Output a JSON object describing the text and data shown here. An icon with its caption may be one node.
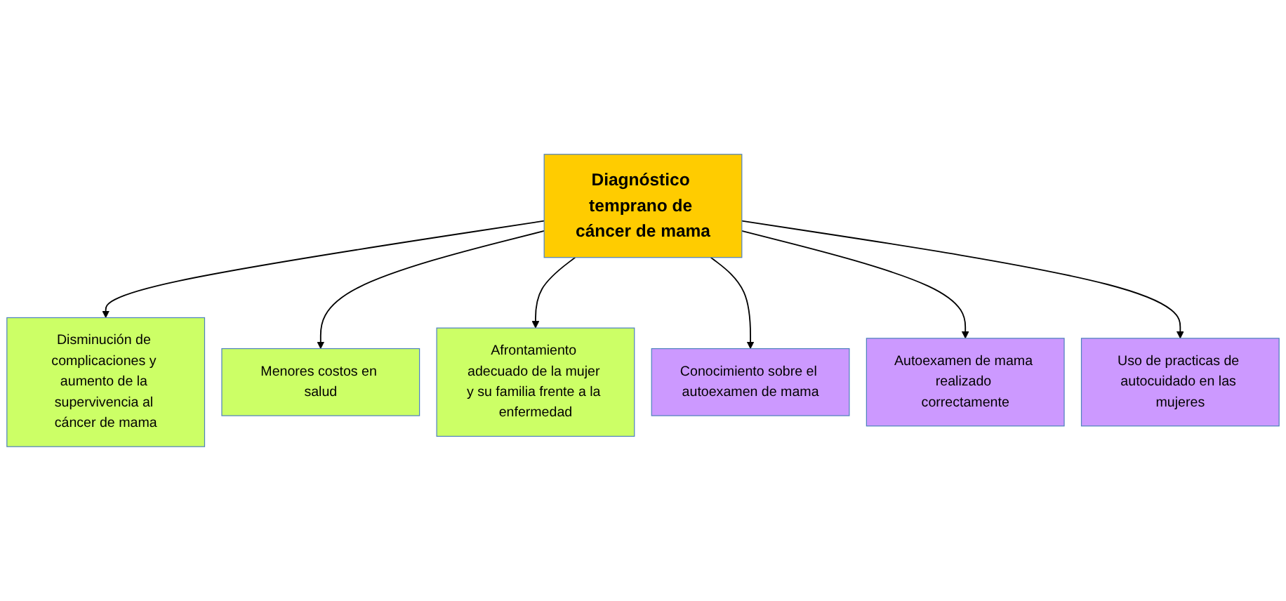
{
  "diagram": {
    "nodes": [
      {
        "text": [
          "Diagnóstico temprano de cáncer de mama"
        ]
      },
      {
        "text": [
          "Disminución de complicaciones y aumento de la supervivencia al cáncer de mama"
        ]
      },
      {
        "text": [
          "Menores costos en salud"
        ]
      },
      {
        "text": [
          "Afrontamiento adecuado de la mujer y su familia frente a la enfermedad"
        ]
      },
      {
        "text": [
          "Conocimiento sobre el autoexamen de mama"
        ]
      },
      {
        "text": [
          "Autoexamen de mama realizado correctamente"
        ]
      },
      {
        "text": [
          "Uso de practicas de autocuidado en las mujeres"
        ]
      }
    ],
    "edges": [
      {
        "from": 0,
        "to": 1,
        "arrow": "to"
      },
      {
        "from": 0,
        "to": 2,
        "arrow": "to"
      },
      {
        "from": 0,
        "to": 3,
        "arrow": "to"
      },
      {
        "from": 0,
        "to": 4,
        "arrow": "to"
      },
      {
        "from": 0,
        "to": 5,
        "arrow": "to"
      },
      {
        "from": 0,
        "to": 6,
        "arrow": "to"
      }
    ]
  }
}
